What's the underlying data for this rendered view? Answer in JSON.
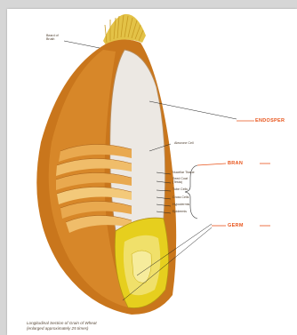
{
  "labels": {
    "beard": "Beard of\nBrush",
    "aleurone": "Aleurone Cell",
    "bran_layers": [
      "Nucellar Tissue",
      "Seed Coat\n(Testa)",
      "Tube Cells",
      "Cross Cells",
      "Hypodermis",
      "Epidermis"
    ]
  },
  "callouts": {
    "endosperm": "ENDOSPER",
    "bran": "BRAN",
    "germ": "GERM"
  },
  "caption": {
    "line1": "Longitudinal Section of Grain of Wheat",
    "line2": "(enlarged approximately 25 times)"
  },
  "colors": {
    "accent": "#e8541b",
    "bran_outer": "#c9761c",
    "bran_inner": "#e9a94f",
    "endosperm": "#ece8e3",
    "germ": "#e6cf1e"
  }
}
